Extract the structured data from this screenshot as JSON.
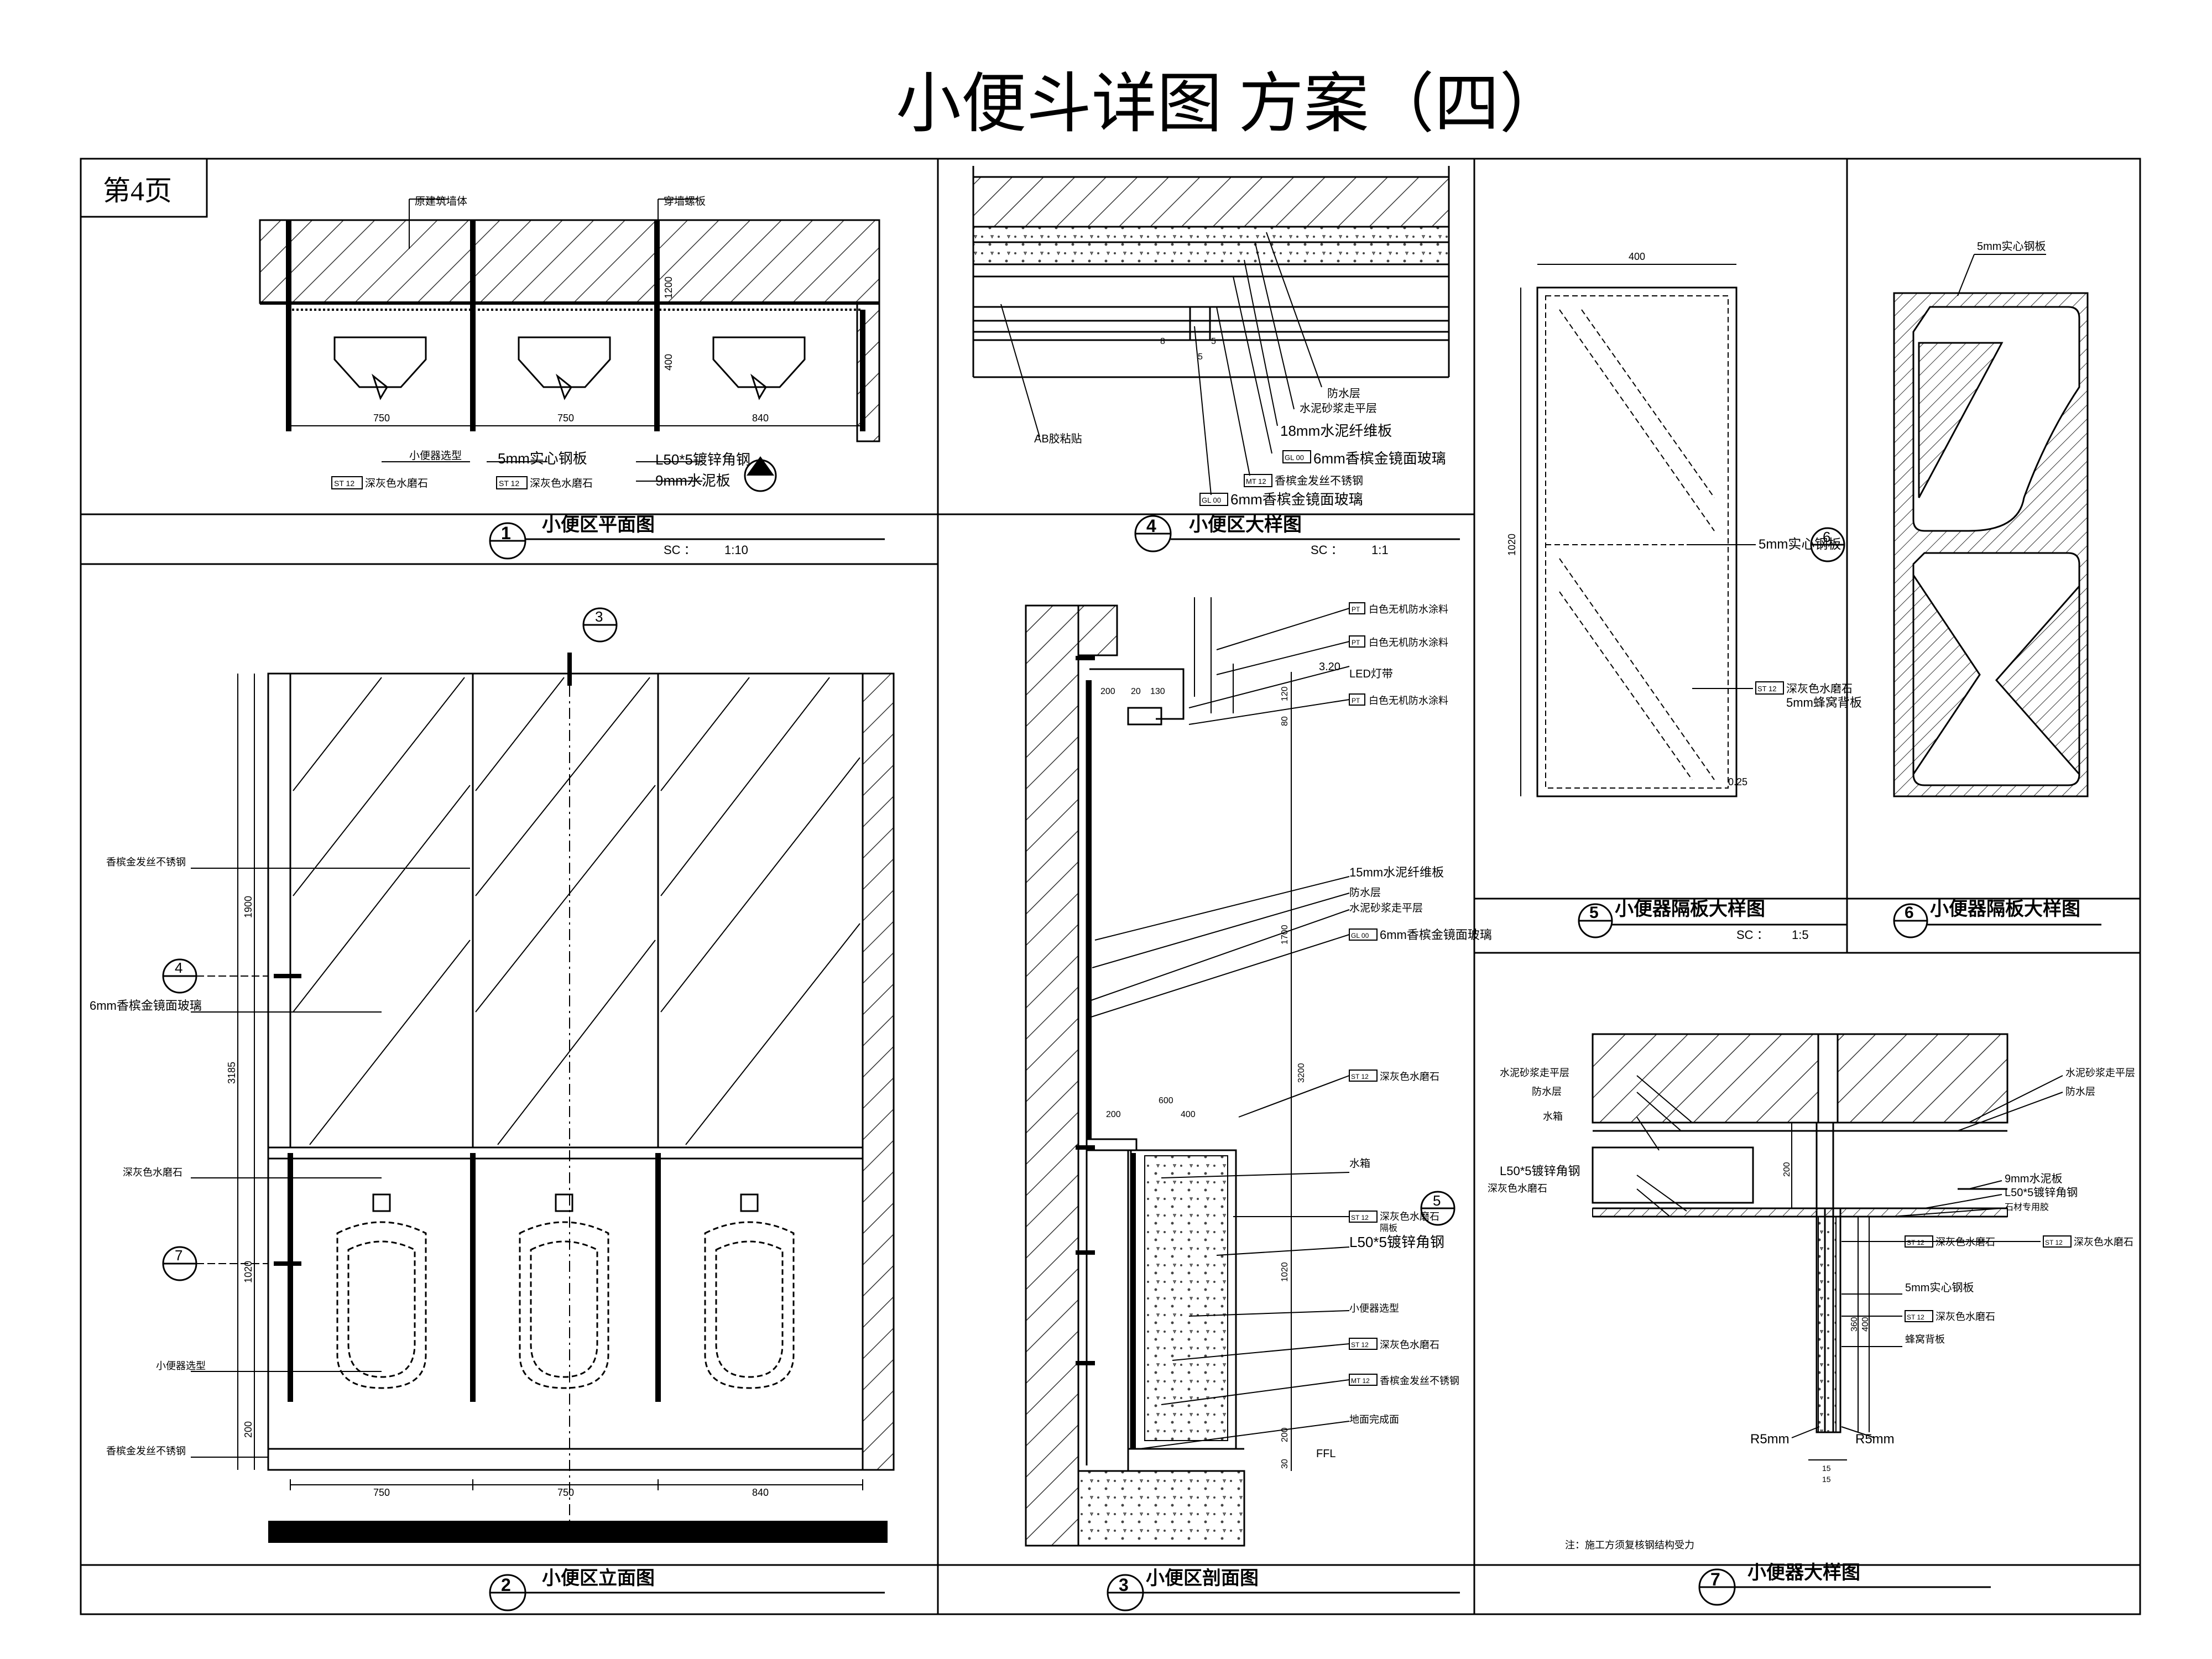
{
  "title": "小便斗详图 方案（四）",
  "page_label": "第4页",
  "colors": {
    "ink": "#000000",
    "paper": "#ffffff",
    "hatch": "#333333"
  },
  "panels": {
    "plan": {
      "number": "1",
      "title": "小便区平面图",
      "scale_prefix": "SC ：",
      "scale": "1:10",
      "labels": {
        "orig_wall": "原建筑墙体",
        "partition_top": "穿墙螺板",
        "urinal": "小便器选型",
        "steel": "5mm实心钢板",
        "angle": "L50*5镀锌角钢",
        "board": "9mm水泥板",
        "stone1": "深灰色水磨石",
        "stone2": "深灰色水磨石",
        "tag_st": "ST 12"
      },
      "dims": [
        "750",
        "750",
        "840",
        "400",
        "1200"
      ]
    },
    "detail4": {
      "number": "4",
      "title": "小便区大样图",
      "scale_prefix": "SC ：",
      "scale": "1:1",
      "labels": {
        "ab": "AB胶粘贴",
        "waterproof": "防水层",
        "cement": "水泥砂浆走平层",
        "board18": "18mm水泥纤维板",
        "mirror1": "6mm香槟金镜面玻璃",
        "steel": "香槟金发丝不锈钢",
        "mirror2": "6mm香槟金镜面玻璃",
        "tag_gl": "GL 00",
        "tag_mt": "MT 12"
      },
      "dims": [
        "8",
        "5",
        "5"
      ]
    },
    "elevation": {
      "number": "2",
      "title": "小便区立面图",
      "labels": {
        "steel_top": "香槟金发丝不锈钢",
        "mirror": "6mm香槟金镜面玻璃",
        "stone": "深灰色水磨石",
        "urinal": "小便器选型",
        "steel_bottom": "香槟金发丝不锈钢"
      },
      "markers": [
        "3",
        "4",
        "7"
      ],
      "dims_h": [
        "750",
        "750",
        "840"
      ],
      "dims_v": [
        "1900",
        "3185",
        "1020",
        "200"
      ]
    },
    "section": {
      "number": "3",
      "title": "小便区剖面图",
      "labels": {
        "paint1": "白色无机防水涂料",
        "paint2": "白色无机防水涂料",
        "led": "LED灯带",
        "paint3": "白色无机防水涂料",
        "board15": "15mm水泥纤维板",
        "waterproof": "防水层",
        "cement": "水泥砂浆走平层",
        "mirror": "6mm香槟金镜面玻璃",
        "stone1": "深灰色水磨石",
        "tank": "水箱",
        "stone2": "深灰色水磨石",
        "partition": "隔板",
        "angle": "L50*5镀锌角钢",
        "urinal": "小便器选型",
        "stone3": "深灰色水磨石",
        "steel": "香槟金发丝不锈钢",
        "floor": "地面完成面",
        "ffl": "FFL",
        "level": "3.20",
        "tag_pt": "PT",
        "tag_gl": "GL 00",
        "tag_st": "ST 12",
        "tag_mt": "MT 12"
      },
      "markers": [
        "5"
      ],
      "dims": [
        "200",
        "20",
        "130",
        "120",
        "80",
        "1700",
        "3200",
        "600",
        "200",
        "400",
        "1020",
        "200",
        "30"
      ]
    },
    "divider5": {
      "number": "5",
      "title": "小便器隔板大样图",
      "scale_prefix": "SC ：",
      "scale": "1:5",
      "labels": {
        "steel": "5mm实心钢板",
        "stone": "深灰色水磨石",
        "honeycomb": "5mm蜂窝背板",
        "tag": "ST 12"
      },
      "dims": [
        "400",
        "1020",
        "0.25"
      ],
      "marker": "6"
    },
    "divider6": {
      "number": "6",
      "title": "小便器隔板大样图",
      "labels": {
        "steel": "5mm实心钢板"
      }
    },
    "detail7": {
      "number": "7",
      "title": "小便器大样图",
      "labels": {
        "cement_l": "水泥砂浆走平层",
        "waterproof_l": "防水层",
        "tank": "水箱",
        "angle_l": "L50*5镀锌角钢",
        "stone_l": "深灰色水磨石",
        "cement_r": "水泥砂浆走平层",
        "waterproof_r": "防水层",
        "board9": "9mm水泥板",
        "angle_r": "L50*5镀锌角钢",
        "sheet": "石材专用胶",
        "stone_r1": "深灰色水磨石",
        "stone_r2": "深灰色水磨石",
        "steel": "5mm实心钢板",
        "stone_r3": "深灰色水磨石",
        "honeycomb": "蜂窝背板",
        "r_left": "R5mm",
        "r_right": "R5mm",
        "note": "注：施工方须复核钢结构受力",
        "tag": "ST 12"
      },
      "dims": [
        "200",
        "360",
        "400",
        "15",
        "15"
      ]
    }
  }
}
